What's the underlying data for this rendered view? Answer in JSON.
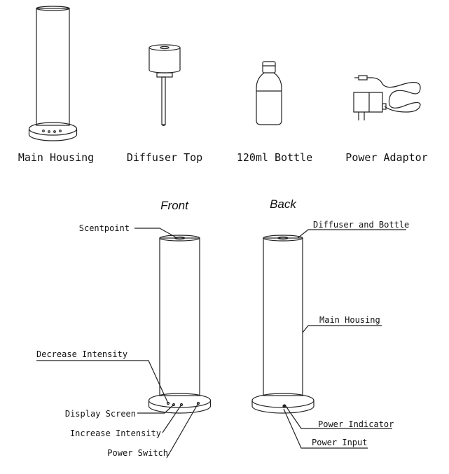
{
  "components": {
    "main_housing": "Main Housing",
    "diffuser_top": "Diffuser Top",
    "bottle": "120ml Bottle",
    "power_adaptor": "Power Adaptor"
  },
  "views": {
    "front": "Front",
    "back": "Back"
  },
  "front_labels": {
    "scentpoint": "Scentpoint",
    "decrease_intensity": "Decrease Intensity",
    "display_screen": "Display Screen",
    "increase_intensity": "Increase Intensity",
    "power_switch": "Power Switch"
  },
  "back_labels": {
    "diffuser_and_bottle": "Diffuser and Bottle",
    "main_housing": "Main Housing",
    "power_indicator": "Power Indicator",
    "power_input": "Power Input"
  },
  "colors": {
    "line": "#222222",
    "text": "#111111"
  }
}
